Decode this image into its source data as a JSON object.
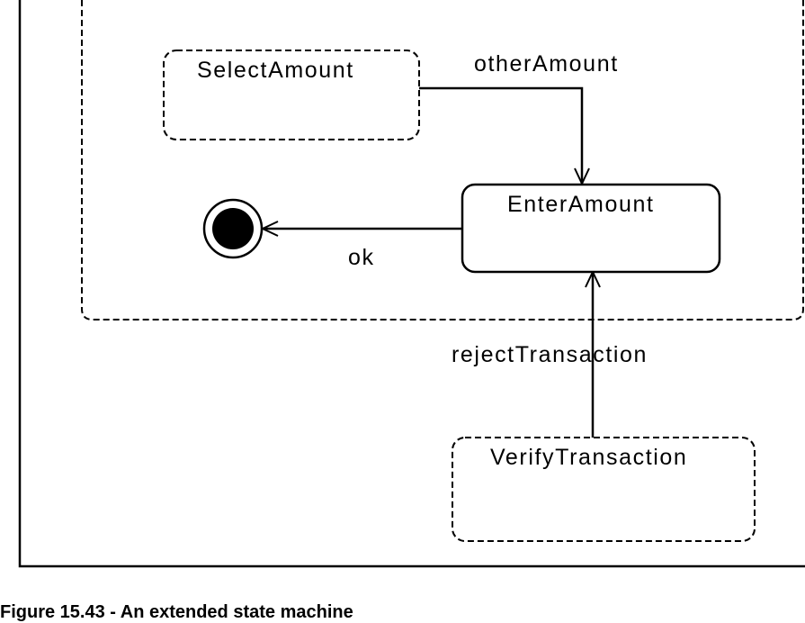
{
  "diagram": {
    "states": {
      "select_amount": "SelectAmount",
      "enter_amount": "EnterAmount",
      "verify_transaction": "VerifyTransaction"
    },
    "transitions": {
      "other_amount": "otherAmount",
      "ok": "ok",
      "reject_transaction": "rejectTransaction"
    }
  },
  "caption": "Figure 15.43 - An extended state machine",
  "colors": {
    "stroke": "#000000",
    "background": "#ffffff"
  }
}
